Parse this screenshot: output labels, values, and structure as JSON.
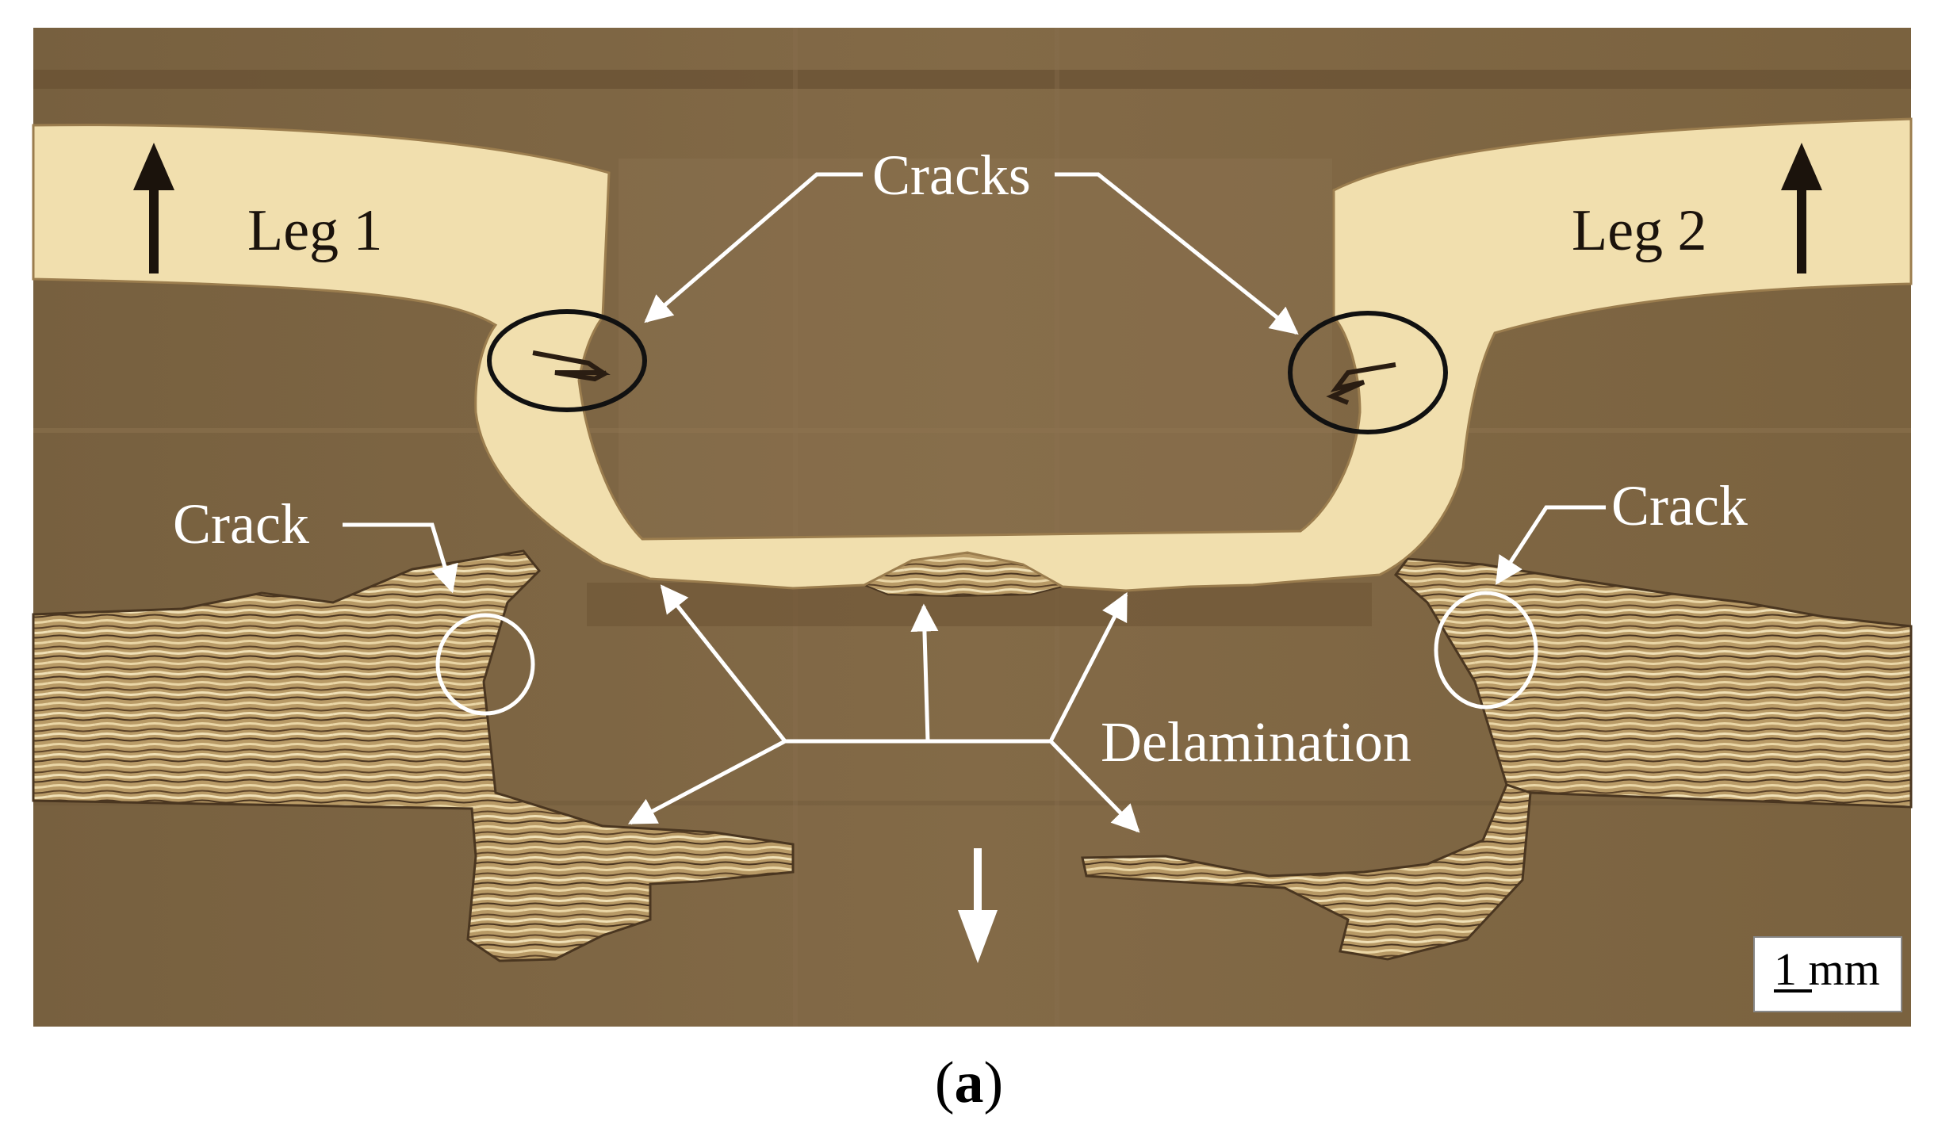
{
  "figure": {
    "labels": {
      "leg1": "Leg 1",
      "leg2": "Leg 2",
      "cracks": "Cracks",
      "crack_left": "Crack",
      "crack_right": "Crack",
      "delamination": "Delamination"
    },
    "scale_bar": "1 mm",
    "caption": {
      "open": "(",
      "letter": "a",
      "close": ")"
    }
  },
  "colors": {
    "background_epoxy": "#7d6543",
    "metal_insert": "#f1dfae",
    "composite_layers": "#c7aa77",
    "annotation_white": "#ffffff",
    "circle_black": "#111111",
    "arrow_dark": "#1b130c"
  }
}
